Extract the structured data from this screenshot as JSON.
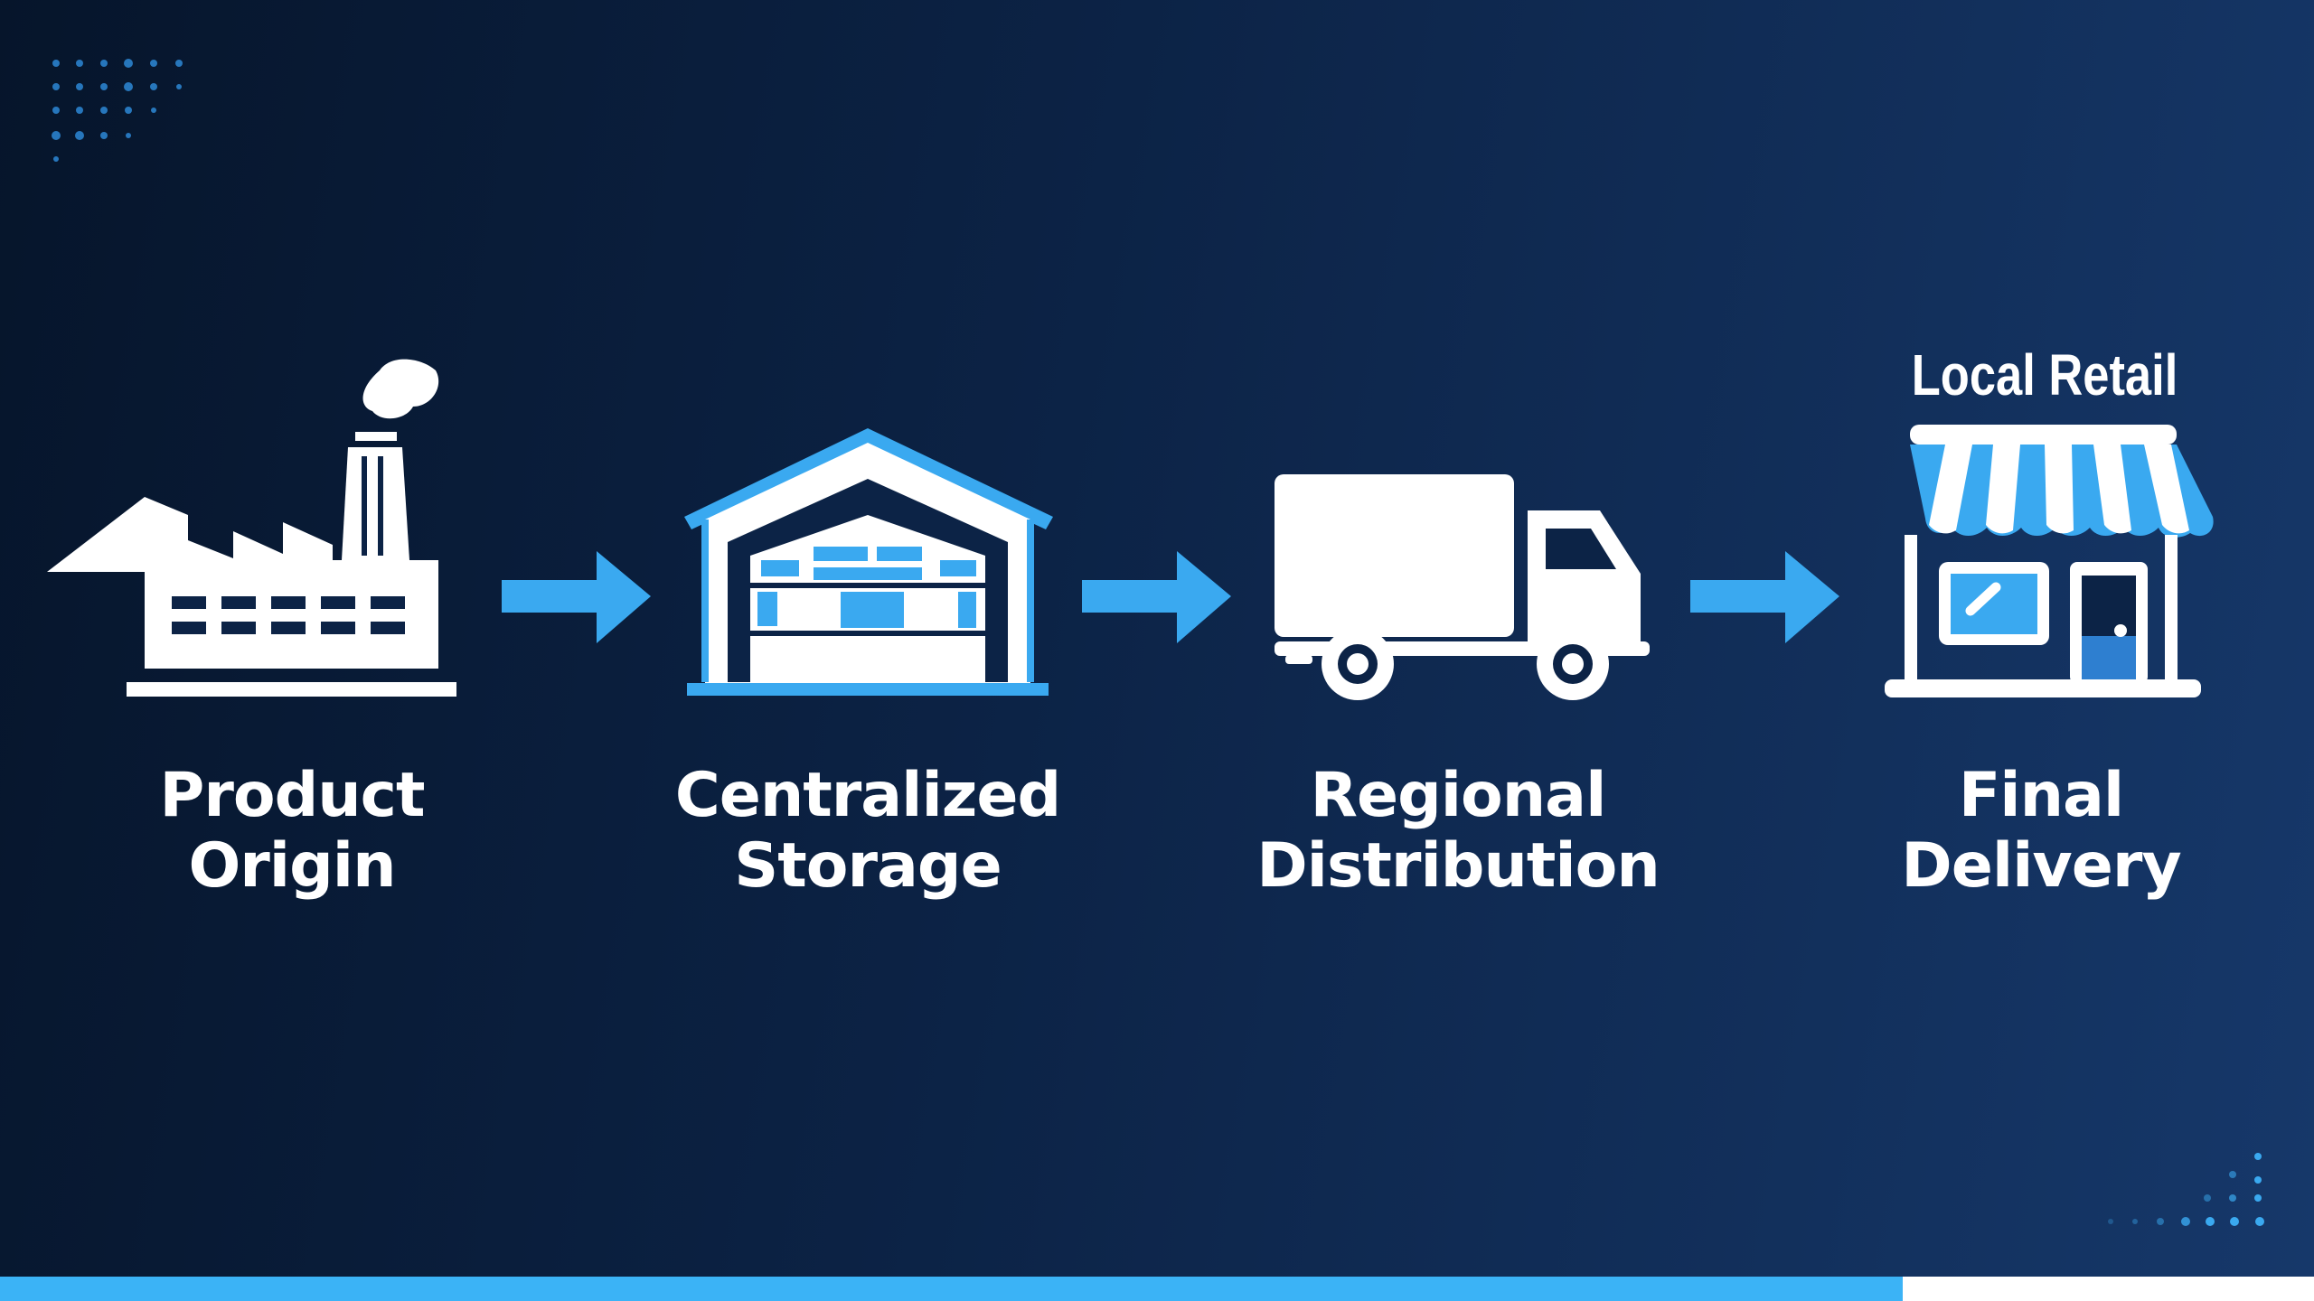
{
  "steps": [
    {
      "icon": "factory-icon",
      "line1": "Product",
      "line2": "Origin"
    },
    {
      "icon": "warehouse-icon",
      "line1": "Centralized",
      "line2": "Storage"
    },
    {
      "icon": "truck-icon",
      "line1": "Regional",
      "line2": "Distribution"
    },
    {
      "icon": "storefront-icon",
      "line1": "Final",
      "line2": "Delivery",
      "tag": "Local Retail"
    }
  ],
  "colors": {
    "accent": "#3aa9f0",
    "background": "#0c2346",
    "icon": "#ffffff",
    "bar": "#3bb3f6"
  }
}
